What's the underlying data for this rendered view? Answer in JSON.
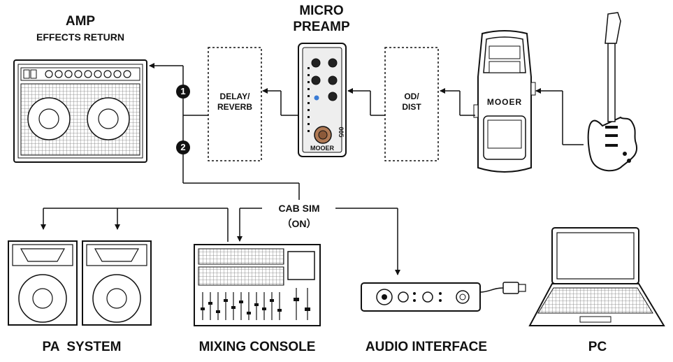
{
  "labels": {
    "amp_line1": "AMP",
    "amp_line2": "EFFECTS RETURN",
    "micro_line1": "MICRO",
    "micro_line2": "PREAMP",
    "delay_line1": "DELAY/",
    "delay_line2": "REVERB",
    "od_line1": "OD/",
    "od_line2": "DIST",
    "cab_line1": "CAB SIM",
    "cab_line2": "（ON）",
    "pa": "PA  SYSTEM",
    "mixing": "MIXING CONSOLE",
    "audio": "AUDIO INTERFACE",
    "pc": "PC",
    "brand_pedal": "MOOER",
    "brand_preamp": "MOOER",
    "preamp_model": "005"
  },
  "markers": {
    "one": "1",
    "two": "2"
  },
  "colors": {
    "ink": "#111111",
    "background": "#ffffff",
    "led": "#3a7bd5",
    "footswitch": "#b07a55"
  }
}
